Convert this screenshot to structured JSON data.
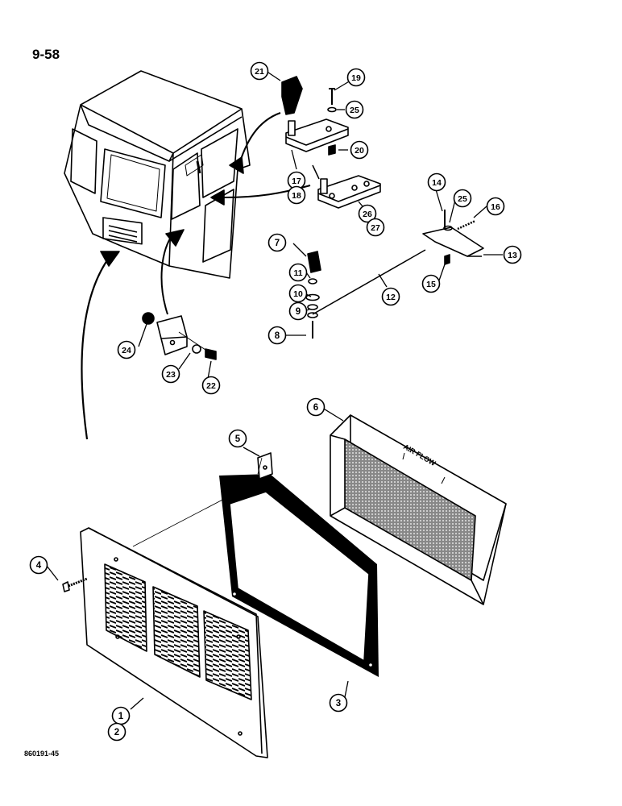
{
  "page": {
    "number": "9-58",
    "figure_code": "860191-45"
  },
  "airflow_label": "AIR FLOW",
  "callouts": [
    "1",
    "2",
    "3",
    "4",
    "5",
    "6",
    "7",
    "8",
    "9",
    "10",
    "11",
    "12",
    "13",
    "14",
    "15",
    "16",
    "17",
    "18",
    "19",
    "20",
    "21",
    "22",
    "23",
    "24",
    "25",
    "25",
    "26",
    "27"
  ],
  "colors": {
    "ink": "#000000",
    "paper": "#ffffff",
    "screen": "#555555"
  }
}
